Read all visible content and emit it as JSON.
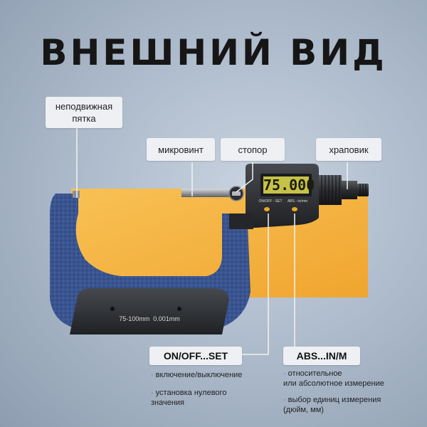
{
  "title": "ВНЕШНИЙ ВИД",
  "labels": {
    "anvil": [
      "неподвижная",
      "пятка"
    ],
    "spindle": "микровинт",
    "lock": "стопор",
    "ratchet": "храповик"
  },
  "device": {
    "display_value": "75.000",
    "btn_left": "ON/OFF - SET",
    "btn_right": "ABS - in/mm",
    "plate_text": "75-100mm  0.001mm"
  },
  "sections": {
    "onoff": {
      "title": "ON/OFF...SET",
      "items": [
        "включение/выключение",
        [
          "установка нулевого",
          "значения"
        ]
      ]
    },
    "abs": {
      "title": "ABS...IN/M",
      "items": [
        [
          "относительное",
          "или абсолютное измерение"
        ],
        [
          "выбор единиц измерения",
          "(дюйм, мм)"
        ]
      ]
    }
  },
  "colors": {
    "frame_blue": "#3a5591",
    "orange_panel": "#f6b33f",
    "display_lcd": "#c6c247",
    "dark_body": "#2c2f33"
  },
  "icons": {
    "bullet": "·"
  }
}
